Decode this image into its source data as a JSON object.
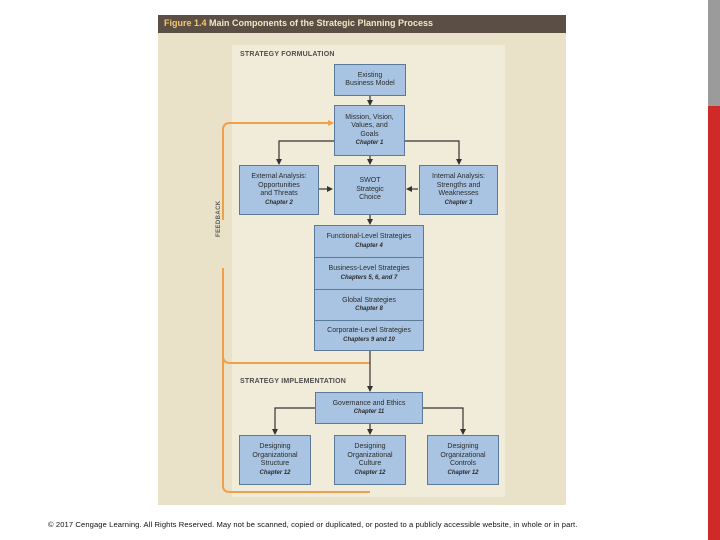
{
  "figure": {
    "label": "Figure 1.4",
    "title": "Main Components of the Strategic Planning Process"
  },
  "sections": {
    "formulation": "STRATEGY FORMULATION",
    "implementation": "STRATEGY IMPLEMENTATION"
  },
  "feedback_label": "FEEDBACK",
  "boxes": {
    "existing_model": {
      "text": "Existing\nBusiness Model"
    },
    "mission": {
      "text": "Mission, Vision,\nValues, and\nGoals",
      "chapter": "Chapter 1"
    },
    "external": {
      "text": "External Analysis:\nOpportunities\nand Threats",
      "chapter": "Chapter 2"
    },
    "swot": {
      "text": "SWOT\nStrategic\nChoice"
    },
    "internal": {
      "text": "Internal Analysis:\nStrengths and\nWeaknesses",
      "chapter": "Chapter 3"
    },
    "functional": {
      "text": "Functional-Level Strategies",
      "chapter": "Chapter 4"
    },
    "business": {
      "text": "Business-Level Strategies",
      "chapter": "Chapters 5, 6, and 7"
    },
    "global": {
      "text": "Global Strategies",
      "chapter": "Chapter 8"
    },
    "corporate": {
      "text": "Corporate-Level Strategies",
      "chapter": "Chapters 9 and 10"
    },
    "governance": {
      "text": "Governance and Ethics",
      "chapter": "Chapter 11"
    },
    "structure": {
      "text": "Designing\nOrganizational\nStructure",
      "chapter": "Chapter 12"
    },
    "culture": {
      "text": "Designing\nOrganizational\nCulture",
      "chapter": "Chapter 12"
    },
    "controls": {
      "text": "Designing\nOrganizational\nControls",
      "chapter": "Chapter 12"
    }
  },
  "colors": {
    "box_fill": "#a8c4e2",
    "feedback_line": "#f0a04b",
    "title_bar": "#5a4e45",
    "accent_red": "#d02a28"
  },
  "copyright": "© 2017 Cengage Learning. All Rights Reserved. May not be scanned, copied or duplicated, or posted to a publicly accessible website, in whole or in part."
}
